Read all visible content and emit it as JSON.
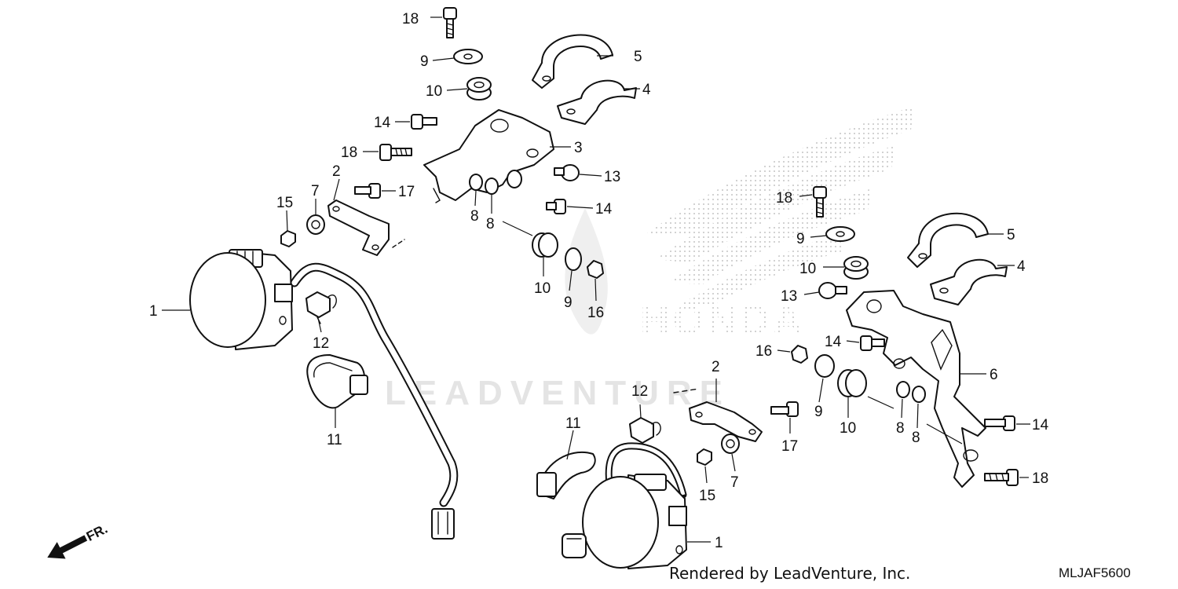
{
  "watermark": "LEADVENTURE",
  "logo_text": "HONDA",
  "front_indicator": "FR.",
  "credit": "Rendered by LeadVenture, Inc.",
  "diagram_code": "MLJAF5600",
  "callouts": {
    "left": {
      "c1": "1",
      "c2": "2",
      "c3": "3",
      "c4": "4",
      "c5": "5",
      "c7": "7",
      "c8a": "8",
      "c8b": "8",
      "c9a": "9",
      "c9b": "9",
      "c10a": "10",
      "c10b": "10",
      "c11": "11",
      "c12": "12",
      "c13": "13",
      "c14a": "14",
      "c14b": "14",
      "c15": "15",
      "c16": "16",
      "c17": "17",
      "c18a": "18",
      "c18b": "18"
    },
    "right": {
      "c1": "1",
      "c2": "2",
      "c4": "4",
      "c5": "5",
      "c6": "6",
      "c7": "7",
      "c8a": "8",
      "c8b": "8",
      "c9a": "9",
      "c9b": "9",
      "c10a": "10",
      "c10b": "10",
      "c11": "11",
      "c12": "12",
      "c13": "13",
      "c14a": "14",
      "c14b": "14",
      "c15": "15",
      "c16": "16",
      "c17": "17",
      "c18a": "18",
      "c18b": "18"
    }
  }
}
